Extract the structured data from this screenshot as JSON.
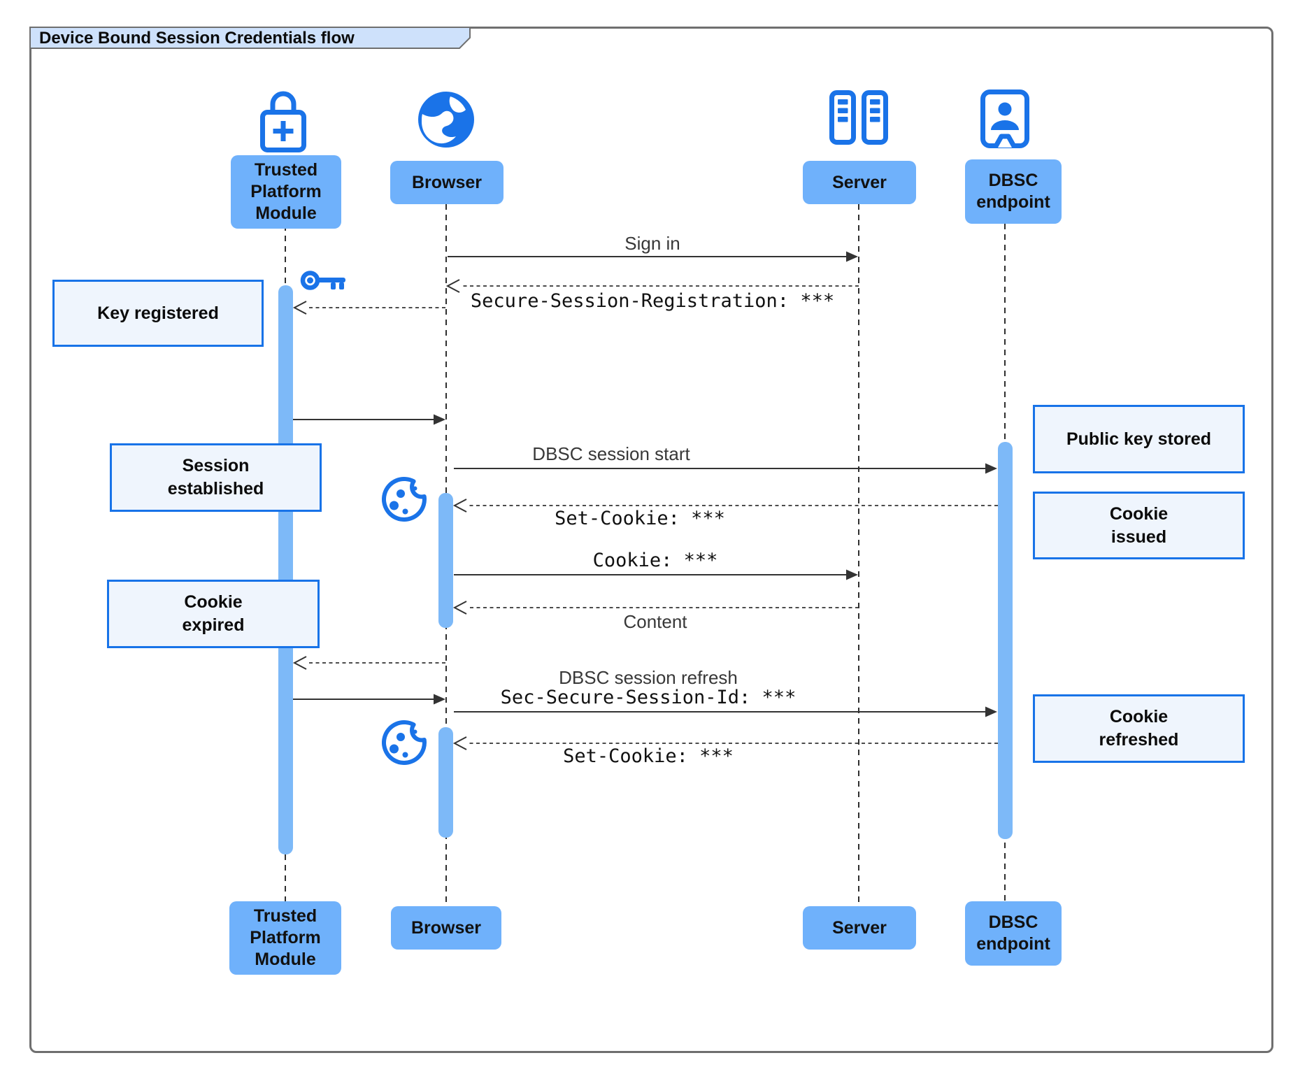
{
  "title": "Device Bound Session Credentials flow",
  "actors": {
    "tpm": {
      "label": "Trusted\nPlatform\nModule",
      "icon": "lock-plus-icon"
    },
    "browser": {
      "label": "Browser",
      "icon": "globe-icon"
    },
    "server": {
      "label": "Server",
      "icon": "server-rack-icon"
    },
    "dbsc": {
      "label": "DBSC\nendpoint",
      "icon": "person-badge-icon"
    }
  },
  "messages": {
    "sign_in": "Sign in",
    "secure_session_registration": "Secure-Session-Registration: ***",
    "dbsc_session_start": "DBSC session start",
    "set_cookie_1": "Set-Cookie: ***",
    "cookie": "Cookie: ***",
    "content": "Content",
    "dbsc_session_refresh": "DBSC session refresh",
    "sec_secure_session_id": "Sec-Secure-Session-Id: ***",
    "set_cookie_2": "Set-Cookie: ***"
  },
  "notes": {
    "key_registered": "Key registered",
    "session_established": "Session\nestablished",
    "cookie_expired": "Cookie\nexpired",
    "public_key_stored": "Public key stored",
    "cookie_issued": "Cookie\nissued",
    "cookie_refreshed": "Cookie\nrefreshed"
  },
  "colors": {
    "icon_blue": "#1A73E8",
    "actor_label_bg": "#6FB1FB",
    "activation_bar": "#7DB9F8",
    "note_bg": "#EFF5FD",
    "note_border": "#1873E8",
    "title_bg": "#CEE1FB",
    "frame_border": "#6F6F6F",
    "arrow": "#333333",
    "lifeline": "#2E2E2E",
    "message_text": "#383838",
    "mono_text": "#111111"
  }
}
